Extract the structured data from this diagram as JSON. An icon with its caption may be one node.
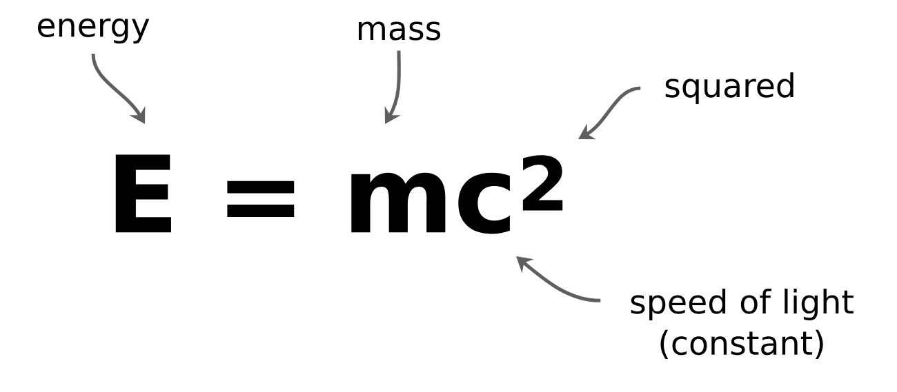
{
  "diagram": {
    "nodes": [
      {
        "text": [
          "energy"
        ]
      },
      {
        "text": [
          "mass"
        ]
      },
      {
        "text": [
          "squared"
        ]
      },
      {
        "text": [
          "speed of light (constant)"
        ]
      }
    ],
    "edges": [
      {
        "from": 0,
        "to": null,
        "arrow": "to"
      },
      {
        "from": 1,
        "to": null,
        "arrow": "to"
      },
      {
        "from": 2,
        "to": null,
        "arrow": "to"
      },
      {
        "from": 3,
        "to": null,
        "arrow": "to"
      }
    ],
    "labels": [
      "E = mc$^{2}$"
    ]
  }
}
